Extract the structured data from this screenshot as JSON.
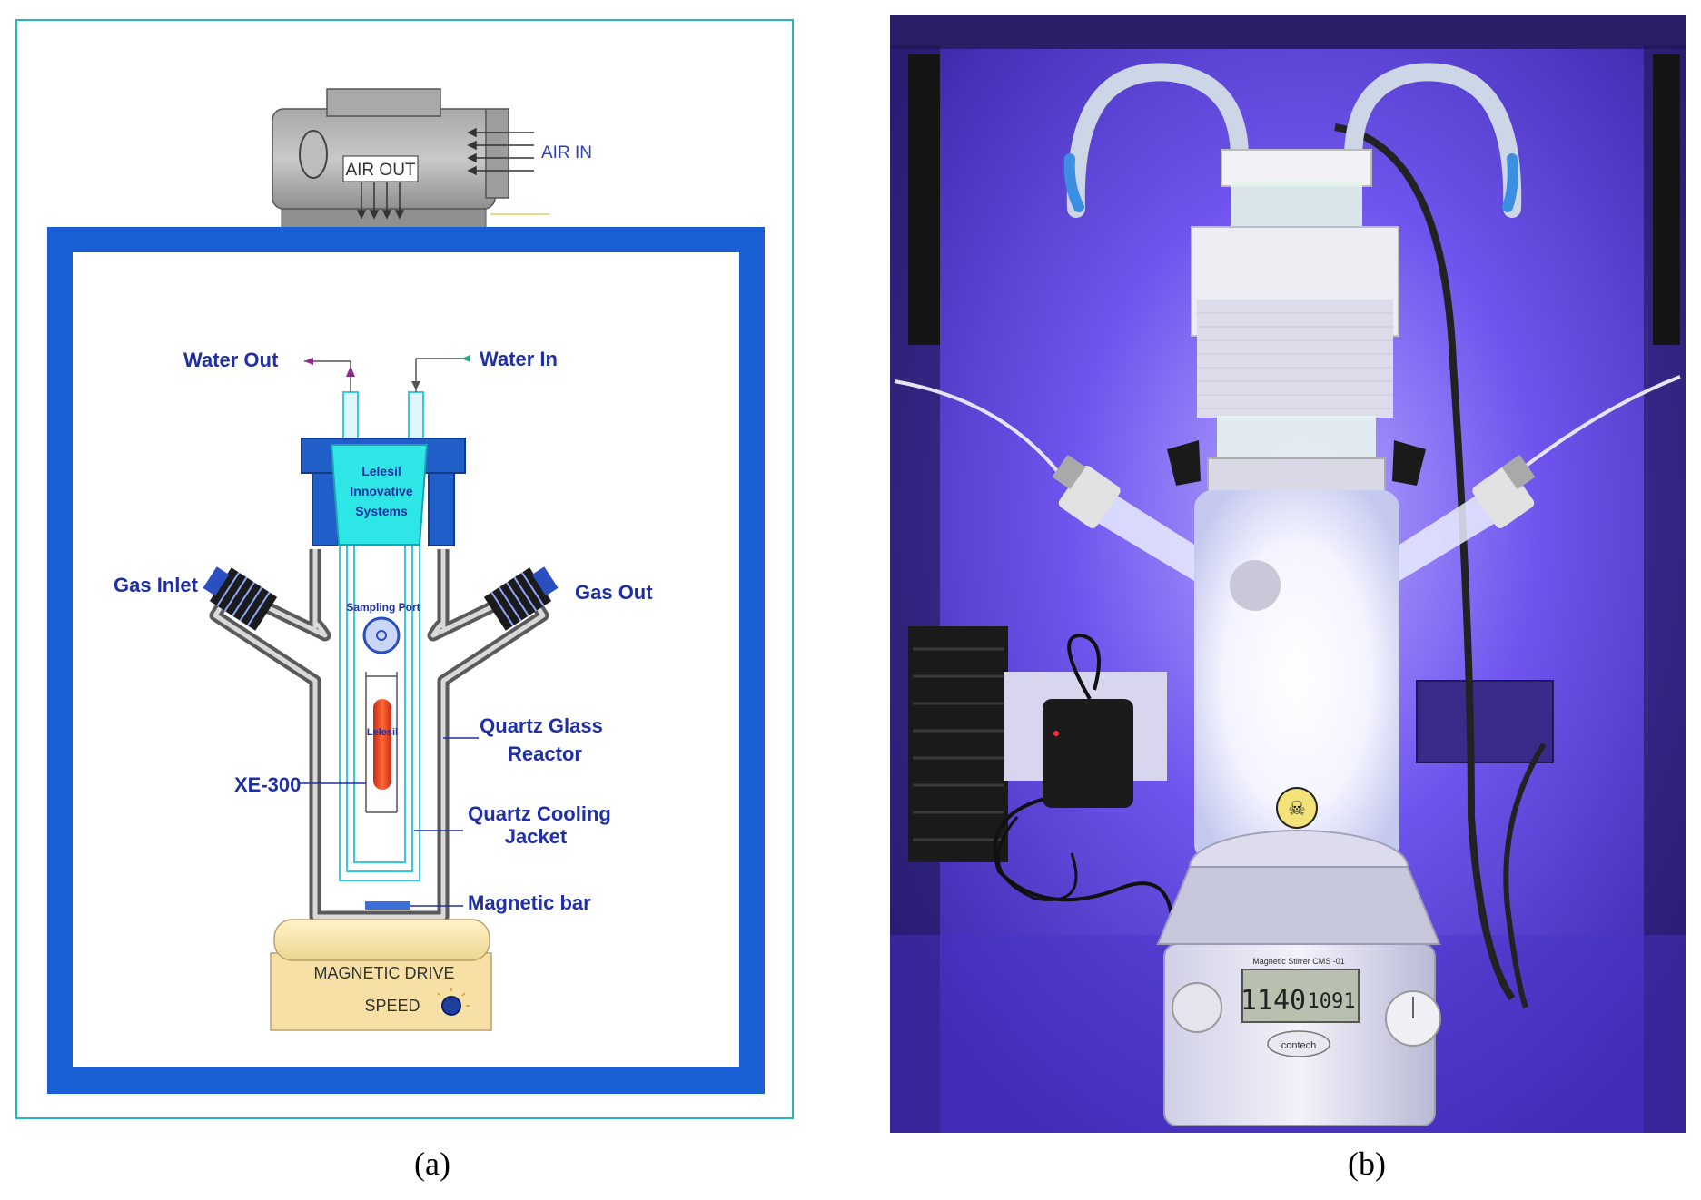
{
  "panel_a": {
    "caption": "(a)",
    "blower": {
      "air_out": "AIR OUT",
      "air_in": "AIR IN"
    },
    "labels": {
      "water_out": "Water Out",
      "water_in": "Water In",
      "gas_inlet": "Gas Inlet",
      "gas_out": "Gas Out",
      "sampling_port": "Sampling Port",
      "quartz_glass_reactor_1": "Quartz Glass",
      "quartz_glass_reactor_2": "Reactor",
      "xe_300": "XE-300",
      "quartz_cooling_jacket_1": "Quartz Cooling",
      "quartz_cooling_jacket_2": "Jacket",
      "magnetic_bar": "Magnetic bar",
      "lamp": "Lelesil"
    },
    "cap_text": [
      "Lelesil",
      "Innovative",
      "Systems"
    ],
    "stirrer": {
      "title": "MAGNETIC DRIVE",
      "speed": "SPEED"
    },
    "colors": {
      "frame": "#1a5fd6",
      "outer_border": "#26b4c6",
      "label": "#1f2fa6",
      "cap": "#2ee6e6",
      "lamp": "#e8441e"
    }
  },
  "panel_b": {
    "caption": "(b)",
    "display": {
      "left": "1140",
      "right": "1091"
    },
    "stirrer_model": "Magnetic Stirrer CMS -01",
    "brand": "contech",
    "colors": {
      "chamber": "#6e4be8",
      "glow": "#ffffff"
    }
  }
}
